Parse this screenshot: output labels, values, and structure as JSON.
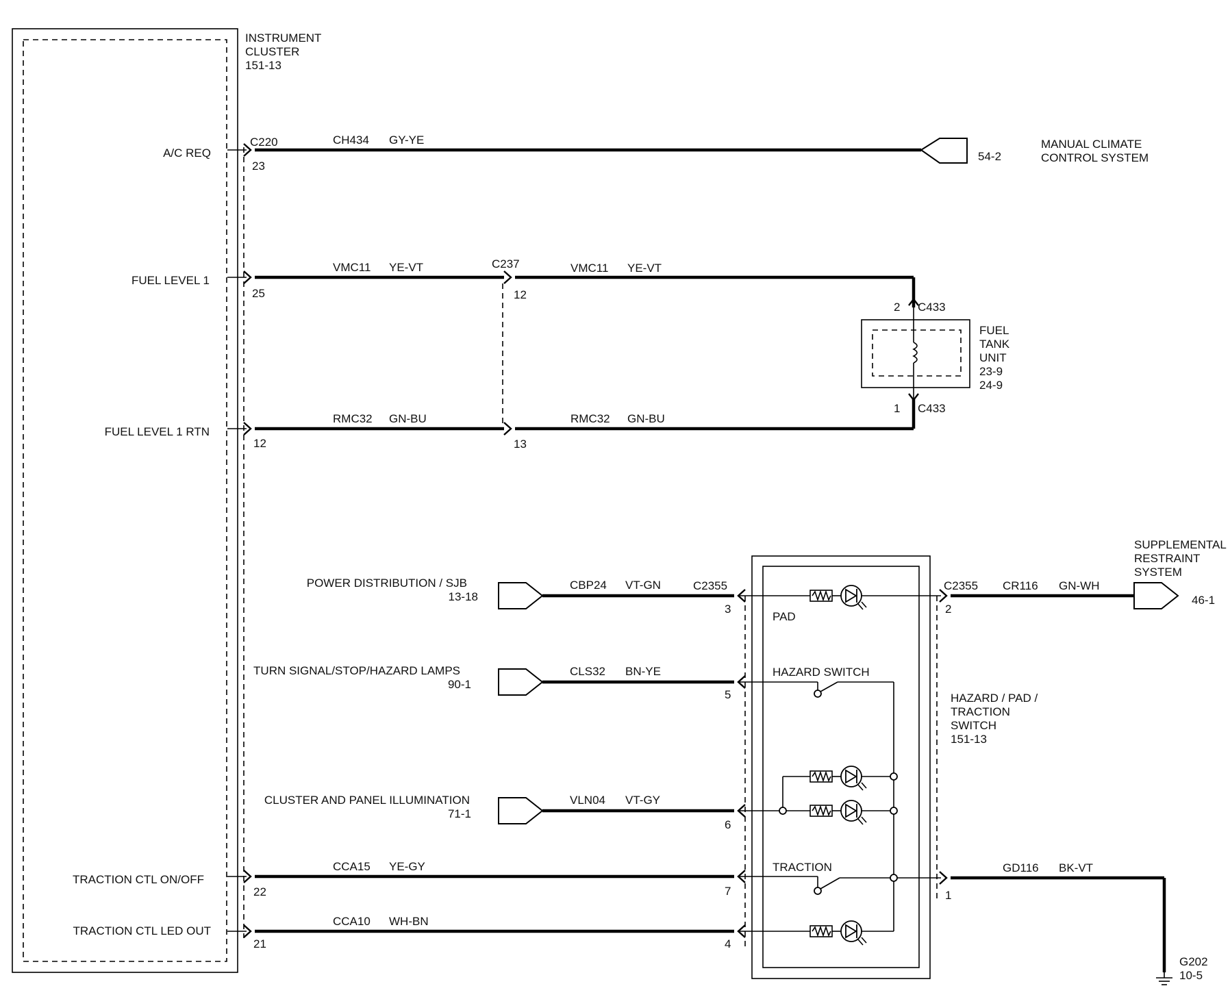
{
  "cluster": {
    "title_lines": [
      "INSTRUMENT",
      "CLUSTER",
      "151-13"
    ]
  },
  "pins": {
    "ac_req": "A/C REQ",
    "fuel_level_1": "FUEL LEVEL 1",
    "fuel_level_1_rtn": "FUEL LEVEL 1 RTN",
    "traction_ctl_onoff": "TRACTION CTL ON/OFF",
    "traction_ctl_led_out": "TRACTION CTL LED OUT"
  },
  "connectors": {
    "c220": "C220",
    "c237": "C237",
    "c433": "C433",
    "c2355": "C2355"
  },
  "pin_numbers": {
    "c220_23": "23",
    "c220_25": "25",
    "c220_12": "12",
    "c220_22": "22",
    "c220_21": "21",
    "c237_12": "12",
    "c237_13": "13",
    "c433_2": "2",
    "c433_1": "1",
    "sw_3": "3",
    "sw_5": "5",
    "sw_6": "6",
    "sw_7": "7",
    "sw_4": "4",
    "sw_2": "2",
    "sw_1": "1"
  },
  "wires": {
    "ch434": {
      "circuit": "CH434",
      "color": "GY-YE"
    },
    "vmc11": {
      "circuit": "VMC11",
      "color": "YE-VT"
    },
    "rmc32": {
      "circuit": "RMC32",
      "color": "GN-BU"
    },
    "cca15": {
      "circuit": "CCA15",
      "color": "YE-GY"
    },
    "cca10": {
      "circuit": "CCA10",
      "color": "WH-BN"
    },
    "cbp24": {
      "circuit": "CBP24",
      "color": "VT-GN"
    },
    "cls32": {
      "circuit": "CLS32",
      "color": "BN-YE"
    },
    "vln04": {
      "circuit": "VLN04",
      "color": "VT-GY"
    },
    "cr116": {
      "circuit": "CR116",
      "color": "GN-WH"
    },
    "gd116": {
      "circuit": "GD116",
      "color": "BK-VT"
    }
  },
  "refs": {
    "manual_climate": {
      "page": "54-2",
      "lines": [
        "MANUAL CLIMATE",
        "CONTROL SYSTEM"
      ]
    },
    "fuel_tank": {
      "lines": [
        "FUEL",
        "TANK",
        "UNIT",
        "23-9",
        "24-9"
      ]
    },
    "power_dist": {
      "name": "POWER DISTRIBUTION / SJB",
      "page": "13-18"
    },
    "turn_signal": {
      "name": "TURN SIGNAL/STOP/HAZARD LAMPS",
      "page": "90-1"
    },
    "cluster_illum": {
      "name": "CLUSTER AND PANEL ILLUMINATION",
      "page": "71-1"
    },
    "srs": {
      "lines": [
        "SUPPLEMENTAL",
        "RESTRAINT",
        "SYSTEM"
      ],
      "page": "46-1"
    },
    "ground": {
      "name": "G202",
      "page": "10-5"
    }
  },
  "switch_module": {
    "title_lines": [
      "HAZARD / PAD /",
      "TRACTION",
      "SWITCH",
      "151-13"
    ],
    "pad": "PAD",
    "hazard_switch": "HAZARD SWITCH",
    "traction": "TRACTION"
  }
}
